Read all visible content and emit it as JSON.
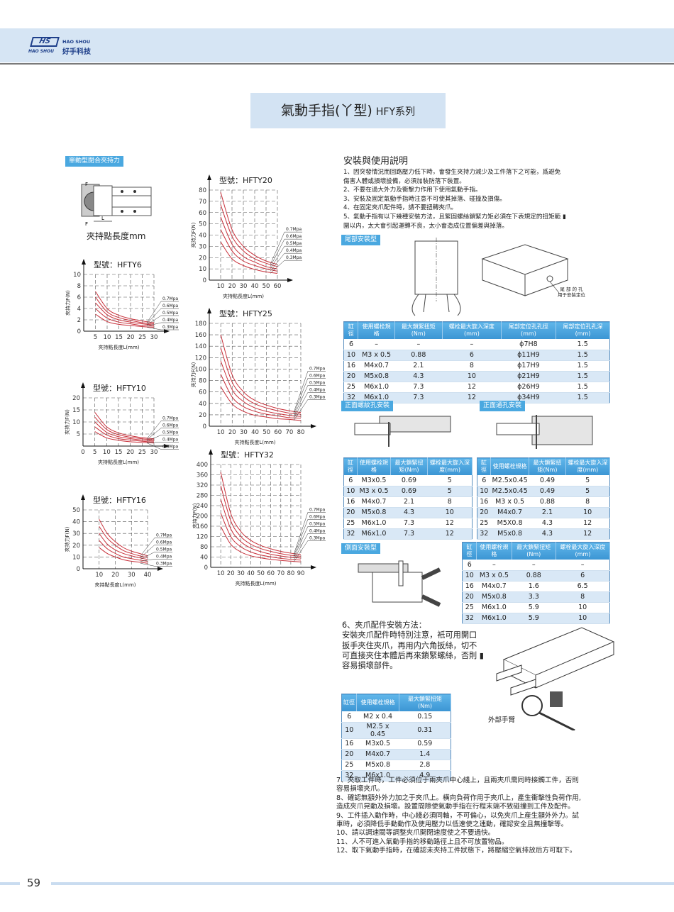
{
  "header": {
    "logo": "HS",
    "logo_sub": "HAO SHOU",
    "brand_en": "HAO SHOU",
    "brand_cn": "好手科技"
  },
  "title": {
    "main": "氣動手指(丫型)",
    "series": "HFY系列"
  },
  "left": {
    "section_label": "單動型閉合夾持力",
    "diagram": {
      "f_top": "F",
      "f_bottom": "F",
      "l": "L",
      "caption": "夾持點長度mm"
    }
  },
  "chart_data": [
    {
      "type": "line",
      "title": "型號：HFTY6",
      "xlabel": "夾持點長度L(mm)",
      "ylabel": "夾持力F(N)",
      "xlim": [
        0,
        30
      ],
      "ylim": [
        0,
        10
      ],
      "xticks": [
        5,
        10,
        15,
        20,
        25,
        30
      ],
      "yticks": [
        0,
        2,
        4,
        6,
        8,
        10
      ],
      "x": [
        5,
        10,
        15,
        20,
        25,
        30
      ],
      "series": [
        {
          "name": "0.7Mpa",
          "values": [
            7,
            4,
            2.8,
            2.2,
            1.8,
            1.5
          ]
        },
        {
          "name": "0.6Mpa",
          "values": [
            6,
            3.4,
            2.4,
            1.9,
            1.5,
            1.3
          ]
        },
        {
          "name": "0.5Mpa",
          "values": [
            5,
            2.9,
            2,
            1.6,
            1.3,
            1.1
          ]
        },
        {
          "name": "0.4Mpa",
          "values": [
            4,
            2.3,
            1.6,
            1.3,
            1,
            0.9
          ]
        },
        {
          "name": "0.3Mpa",
          "values": [
            3,
            1.7,
            1.2,
            1,
            0.8,
            0.7
          ]
        }
      ]
    },
    {
      "type": "line",
      "title": "型號：HFTY10",
      "xlabel": "夾持點長度L(mm)",
      "ylabel": "夾持力F(N)",
      "xlim": [
        0,
        30
      ],
      "ylim": [
        0,
        20
      ],
      "xticks": [
        0,
        5,
        10,
        15,
        20,
        25,
        30
      ],
      "yticks": [
        5,
        10,
        15,
        20
      ],
      "x": [
        5,
        10,
        15,
        20,
        25,
        30
      ],
      "series": [
        {
          "name": "0.7Mpa",
          "values": [
            14,
            8,
            5.5,
            4.3,
            3.5,
            3
          ]
        },
        {
          "name": "0.6Mpa",
          "values": [
            12,
            6.9,
            4.7,
            3.7,
            3,
            2.6
          ]
        },
        {
          "name": "0.5Mpa",
          "values": [
            10,
            5.7,
            3.9,
            3.1,
            2.5,
            2.1
          ]
        },
        {
          "name": "0.4Mpa",
          "values": [
            8,
            4.6,
            3.1,
            2.5,
            2,
            1.7
          ]
        },
        {
          "name": "0.3Mpa",
          "values": [
            6,
            3.4,
            2.4,
            1.8,
            1.5,
            1.3
          ]
        }
      ]
    },
    {
      "type": "line",
      "title": "型號：HFTY16",
      "xlabel": "夾持點長度L(mm)",
      "ylabel": "夾持力F(N)",
      "xlim": [
        0,
        40
      ],
      "ylim": [
        0,
        50
      ],
      "xticks": [
        10,
        20,
        30,
        40
      ],
      "yticks": [
        0,
        10,
        20,
        30,
        40,
        50
      ],
      "x": [
        10,
        15,
        20,
        25,
        30,
        35,
        40
      ],
      "series": [
        {
          "name": "0.7Mpa",
          "values": [
            42,
            30,
            23,
            18,
            15,
            13,
            11
          ]
        },
        {
          "name": "0.6Mpa",
          "values": [
            36,
            26,
            20,
            15.5,
            13,
            11,
            9.5
          ]
        },
        {
          "name": "0.5Mpa",
          "values": [
            30,
            21,
            16,
            13,
            11,
            9.3,
            8
          ]
        },
        {
          "name": "0.4Mpa",
          "values": [
            24,
            17,
            13,
            10,
            8.6,
            7.4,
            6.3
          ]
        },
        {
          "name": "0.3Mpa",
          "values": [
            18,
            13,
            10,
            7.7,
            6.4,
            5.6,
            4.7
          ]
        }
      ]
    },
    {
      "type": "line",
      "title": "型號：HFTY20",
      "xlabel": "夾持點長度L(mm)",
      "ylabel": "夾持力F(N)",
      "xlim": [
        0,
        60
      ],
      "ylim": [
        0,
        80
      ],
      "xticks": [
        10,
        20,
        30,
        40,
        50,
        60
      ],
      "yticks": [
        0,
        10,
        20,
        30,
        40,
        50,
        60,
        70,
        80
      ],
      "x": [
        10,
        20,
        30,
        40,
        50,
        60
      ],
      "series": [
        {
          "name": "0.7Mpa",
          "values": [
            78,
            45,
            30,
            22,
            17,
            14
          ]
        },
        {
          "name": "0.6Mpa",
          "values": [
            67,
            39,
            26,
            19,
            15,
            12
          ]
        },
        {
          "name": "0.5Mpa",
          "values": [
            56,
            32,
            21,
            16,
            12,
            10
          ]
        },
        {
          "name": "0.4Mpa",
          "values": [
            45,
            26,
            17,
            13,
            10,
            8
          ]
        },
        {
          "name": "0.3Mpa",
          "values": [
            34,
            19,
            13,
            9.5,
            7.3,
            6
          ]
        }
      ]
    },
    {
      "type": "line",
      "title": "型號：HFTY25",
      "xlabel": "夾持點長度L(mm)",
      "ylabel": "夾持力F(N)",
      "xlim": [
        0,
        80
      ],
      "ylim": [
        0,
        180
      ],
      "xticks": [
        10,
        20,
        30,
        40,
        50,
        60,
        70,
        80
      ],
      "yticks": [
        0,
        20,
        40,
        60,
        80,
        100,
        120,
        140,
        160,
        180
      ],
      "x": [
        10,
        20,
        30,
        40,
        50,
        60,
        70,
        80
      ],
      "series": [
        {
          "name": "0.7Mpa",
          "values": [
            160,
            90,
            60,
            45,
            37,
            31,
            27,
            24
          ]
        },
        {
          "name": "0.6Mpa",
          "values": [
            137,
            77,
            52,
            39,
            32,
            27,
            23,
            21
          ]
        },
        {
          "name": "0.5Mpa",
          "values": [
            114,
            64,
            43,
            32,
            26,
            22,
            19,
            17
          ]
        },
        {
          "name": "0.4Mpa",
          "values": [
            91,
            51,
            34,
            26,
            21,
            18,
            15,
            14
          ]
        },
        {
          "name": "0.3Mpa",
          "values": [
            69,
            39,
            26,
            19,
            16,
            13,
            12,
            10
          ]
        }
      ]
    },
    {
      "type": "line",
      "title": "型號：HFTY32",
      "xlabel": "夾持點長度L(mm)",
      "ylabel": "夾持力F(N)",
      "xlim": [
        0,
        90
      ],
      "ylim": [
        0,
        400
      ],
      "xticks": [
        10,
        20,
        30,
        40,
        50,
        60,
        70,
        80,
        90
      ],
      "yticks": [
        0,
        40,
        80,
        120,
        160,
        200,
        240,
        280,
        320,
        360,
        400
      ],
      "x": [
        10,
        20,
        30,
        40,
        50,
        60,
        70,
        80,
        90
      ],
      "series": [
        {
          "name": "0.7Mpa",
          "values": [
            370,
            210,
            140,
            105,
            85,
            72,
            62,
            55,
            50
          ]
        },
        {
          "name": "0.6Mpa",
          "values": [
            318,
            181,
            120,
            90,
            73,
            62,
            53,
            47,
            43
          ]
        },
        {
          "name": "0.5Mpa",
          "values": [
            264,
            150,
            100,
            75,
            61,
            51,
            44,
            39,
            36
          ]
        },
        {
          "name": "0.4Mpa",
          "values": [
            211,
            120,
            80,
            60,
            48,
            41,
            35,
            31,
            28
          ]
        },
        {
          "name": "0.3Mpa",
          "values": [
            159,
            90,
            60,
            45,
            37,
            31,
            27,
            24,
            21
          ]
        }
      ]
    }
  ],
  "instructions": {
    "heading": "安裝與使用説明",
    "lines": [
      "1、因突發情況而回路壓力低下時，會發生夾持力減少及工件落下之可能，爲避免",
      "傷害人體或損壞設備，必須加裝防落下裝置。",
      "2、不要在過大外力及衝擊力作用下使用氣動手指。",
      "3、安裝及固定氣動手指時注意不可使其掉落、碰撞及損傷。",
      "4、在固定夾爪配件時，請不要扭轉夾爪。",
      "5、氣動手指有以下幾種安裝方法，且緊固螺絲鎖緊力矩必須在下表規定的扭矩範 ▮",
      "圍以内，太大會引起運轉不良，太小會造成位置偏差與掉落。"
    ]
  },
  "tail_mount": {
    "label": "尾部安裝型",
    "hole_note": [
      "尾 部 的 孔",
      "用于安裝定位"
    ],
    "headers": [
      "缸徑",
      "使用螺栓規格",
      "最大鎖緊扭矩(Nm)",
      "螺栓最大旋入深度(mm)",
      "尾部定位孔孔徑(mm)",
      "尾部定位孔孔深(mm)"
    ],
    "rows": [
      [
        "6",
        "–",
        "–",
        "–",
        "ϕ7H8",
        "1.5"
      ],
      [
        "10",
        "M3 x 0.5",
        "0.88",
        "6",
        "ϕ11H9",
        "1.5"
      ],
      [
        "16",
        "M4x0.7",
        "2.1",
        "8",
        "ϕ17H9",
        "1.5"
      ],
      [
        "20",
        "M5x0.8",
        "4.3",
        "10",
        "ϕ21H9",
        "1.5"
      ],
      [
        "25",
        "M6x1.0",
        "7.3",
        "12",
        "ϕ26H9",
        "1.5"
      ],
      [
        "32",
        "M6x1.0",
        "7.3",
        "12",
        "ϕ34H9",
        "1.5"
      ]
    ]
  },
  "front_thread": {
    "label": "正面螺紋孔安裝",
    "headers": [
      "缸徑",
      "使用螺栓規格",
      "最大鎖緊扭矩(Nm)",
      "螺栓最大旋入深度(mm)"
    ],
    "rows": [
      [
        "6",
        "M3x0.5",
        "0.69",
        "5"
      ],
      [
        "10",
        "M3 x 0.5",
        "0.69",
        "5"
      ],
      [
        "16",
        "M4x0.7",
        "2.1",
        "8"
      ],
      [
        "20",
        "M5x0.8",
        "4.3",
        "10"
      ],
      [
        "25",
        "M6x1.0",
        "7.3",
        "12"
      ],
      [
        "32",
        "M6x1.0",
        "7.3",
        "12"
      ]
    ]
  },
  "front_through": {
    "label": "正面通孔安裝",
    "headers": [
      "缸徑",
      "使用螺栓規格",
      "最大鎖緊扭矩(Nm)",
      "螺栓最大旋入深度(mm)"
    ],
    "rows": [
      [
        "6",
        "M2.5x0.45",
        "0.49",
        "5"
      ],
      [
        "10",
        "M2.5x0.45",
        "0.49",
        "5"
      ],
      [
        "16",
        "M3 x 0.5",
        "0.88",
        "8"
      ],
      [
        "20",
        "M4x0.7",
        "2.1",
        "10"
      ],
      [
        "25",
        "M5X0.8",
        "4.3",
        "12"
      ],
      [
        "32",
        "M5x0.8",
        "4.3",
        "12"
      ]
    ]
  },
  "side_mount": {
    "label": "側面安裝型",
    "headers": [
      "缸徑",
      "使用螺栓規格",
      "最大鎖緊扭矩(Nm)",
      "螺栓最大旋入深度(mm)"
    ],
    "rows": [
      [
        "6",
        "–",
        "–",
        "–"
      ],
      [
        "10",
        "M3 x 0.5",
        "0.88",
        "6"
      ],
      [
        "16",
        "M4x0.7",
        "1.6",
        "6.5"
      ],
      [
        "20",
        "M5x0.8",
        "3.3",
        "8"
      ],
      [
        "25",
        "M6x1.0",
        "5.9",
        "10"
      ],
      [
        "32",
        "M6x1.0",
        "5.9",
        "10"
      ]
    ]
  },
  "jaw": {
    "lines": [
      "6、夾爪配件安裝方法：",
      "安裝夾爪配件時特別注意，衹可用開口",
      "扳手夾住夾爪，再用内六角扳絲，切不",
      "可直接夾住本體后再來鎖緊螺絲，否則 ▮",
      "容易損壞部件。"
    ],
    "arm_label": "外部手臂",
    "headers": [
      "缸徑",
      "使用螺栓規格",
      "最大鎖緊扭矩(Nm)"
    ],
    "rows": [
      [
        "6",
        "M2 x 0.4",
        "0.15"
      ],
      [
        "10",
        "M2.5 x 0.45",
        "0.31"
      ],
      [
        "16",
        "M3x0.5",
        "0.59"
      ],
      [
        "20",
        "M4x0.7",
        "1.4"
      ],
      [
        "25",
        "M5x0.8",
        "2.8"
      ],
      [
        "32",
        "M6x1.0",
        "4.9"
      ]
    ]
  },
  "notes": [
    "7、夾取工件時，工件必須位于兩夾爪中心綫上，且兩夾爪需同時接觸工件，否則",
    "容易損壞夾爪。",
    "8、確認無額外外力加之于夾爪上。橫向負荷作用于夾爪上，產生衝擊性負荷作用,",
    "造成夾爪晃動及損壞。設置間隙使氣動手指在行程末端不致碰撞到工件及配件。",
    "9、工件插入動作時，中心綫必須同軸，不可偏心，以免夾爪上産生額外外力。試",
    "車時，必須降低手動動作及使用壓力以低速使之連動，確認安全且無撞擊等。",
    "10、請以調速閥等調整夾爪開閉速度使之不要過快。",
    "11、人不可進入氣動手指的移動路徑上且不可放置物品。",
    "12、取下氣動手指時，在確認未夾持工件狀態下，將壓縮空氣排放后方可取下。"
  ],
  "footer": {
    "page": "59"
  },
  "colors": {
    "accent": "#4aa8e0",
    "curve": "#c8313b",
    "band": "#d6e5f4"
  }
}
